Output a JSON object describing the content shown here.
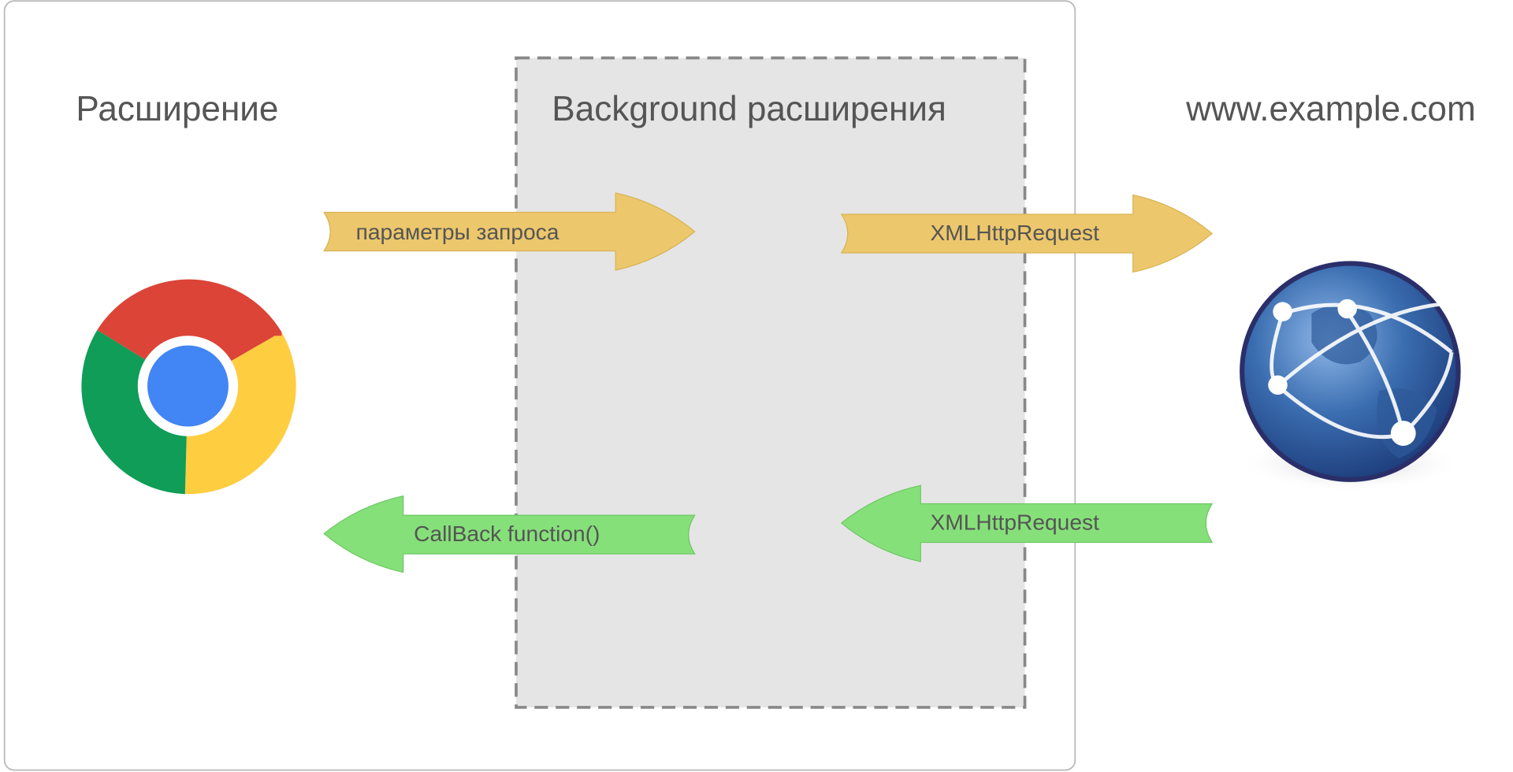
{
  "titles": {
    "extension": "Расширение",
    "background": "Background расширения",
    "website": "www.example.com"
  },
  "arrows": {
    "request_params": "параметры запроса",
    "xhr_out": "XMLHttpRequest",
    "xhr_in": "XMLHttpRequest",
    "callback": "CallBack function()"
  },
  "colors": {
    "request_arrow": "#ecc76c",
    "response_arrow": "#86e07a",
    "background_box": "#e5e5e5"
  },
  "icons": {
    "extension": "chrome-icon",
    "website": "globe-icon"
  }
}
